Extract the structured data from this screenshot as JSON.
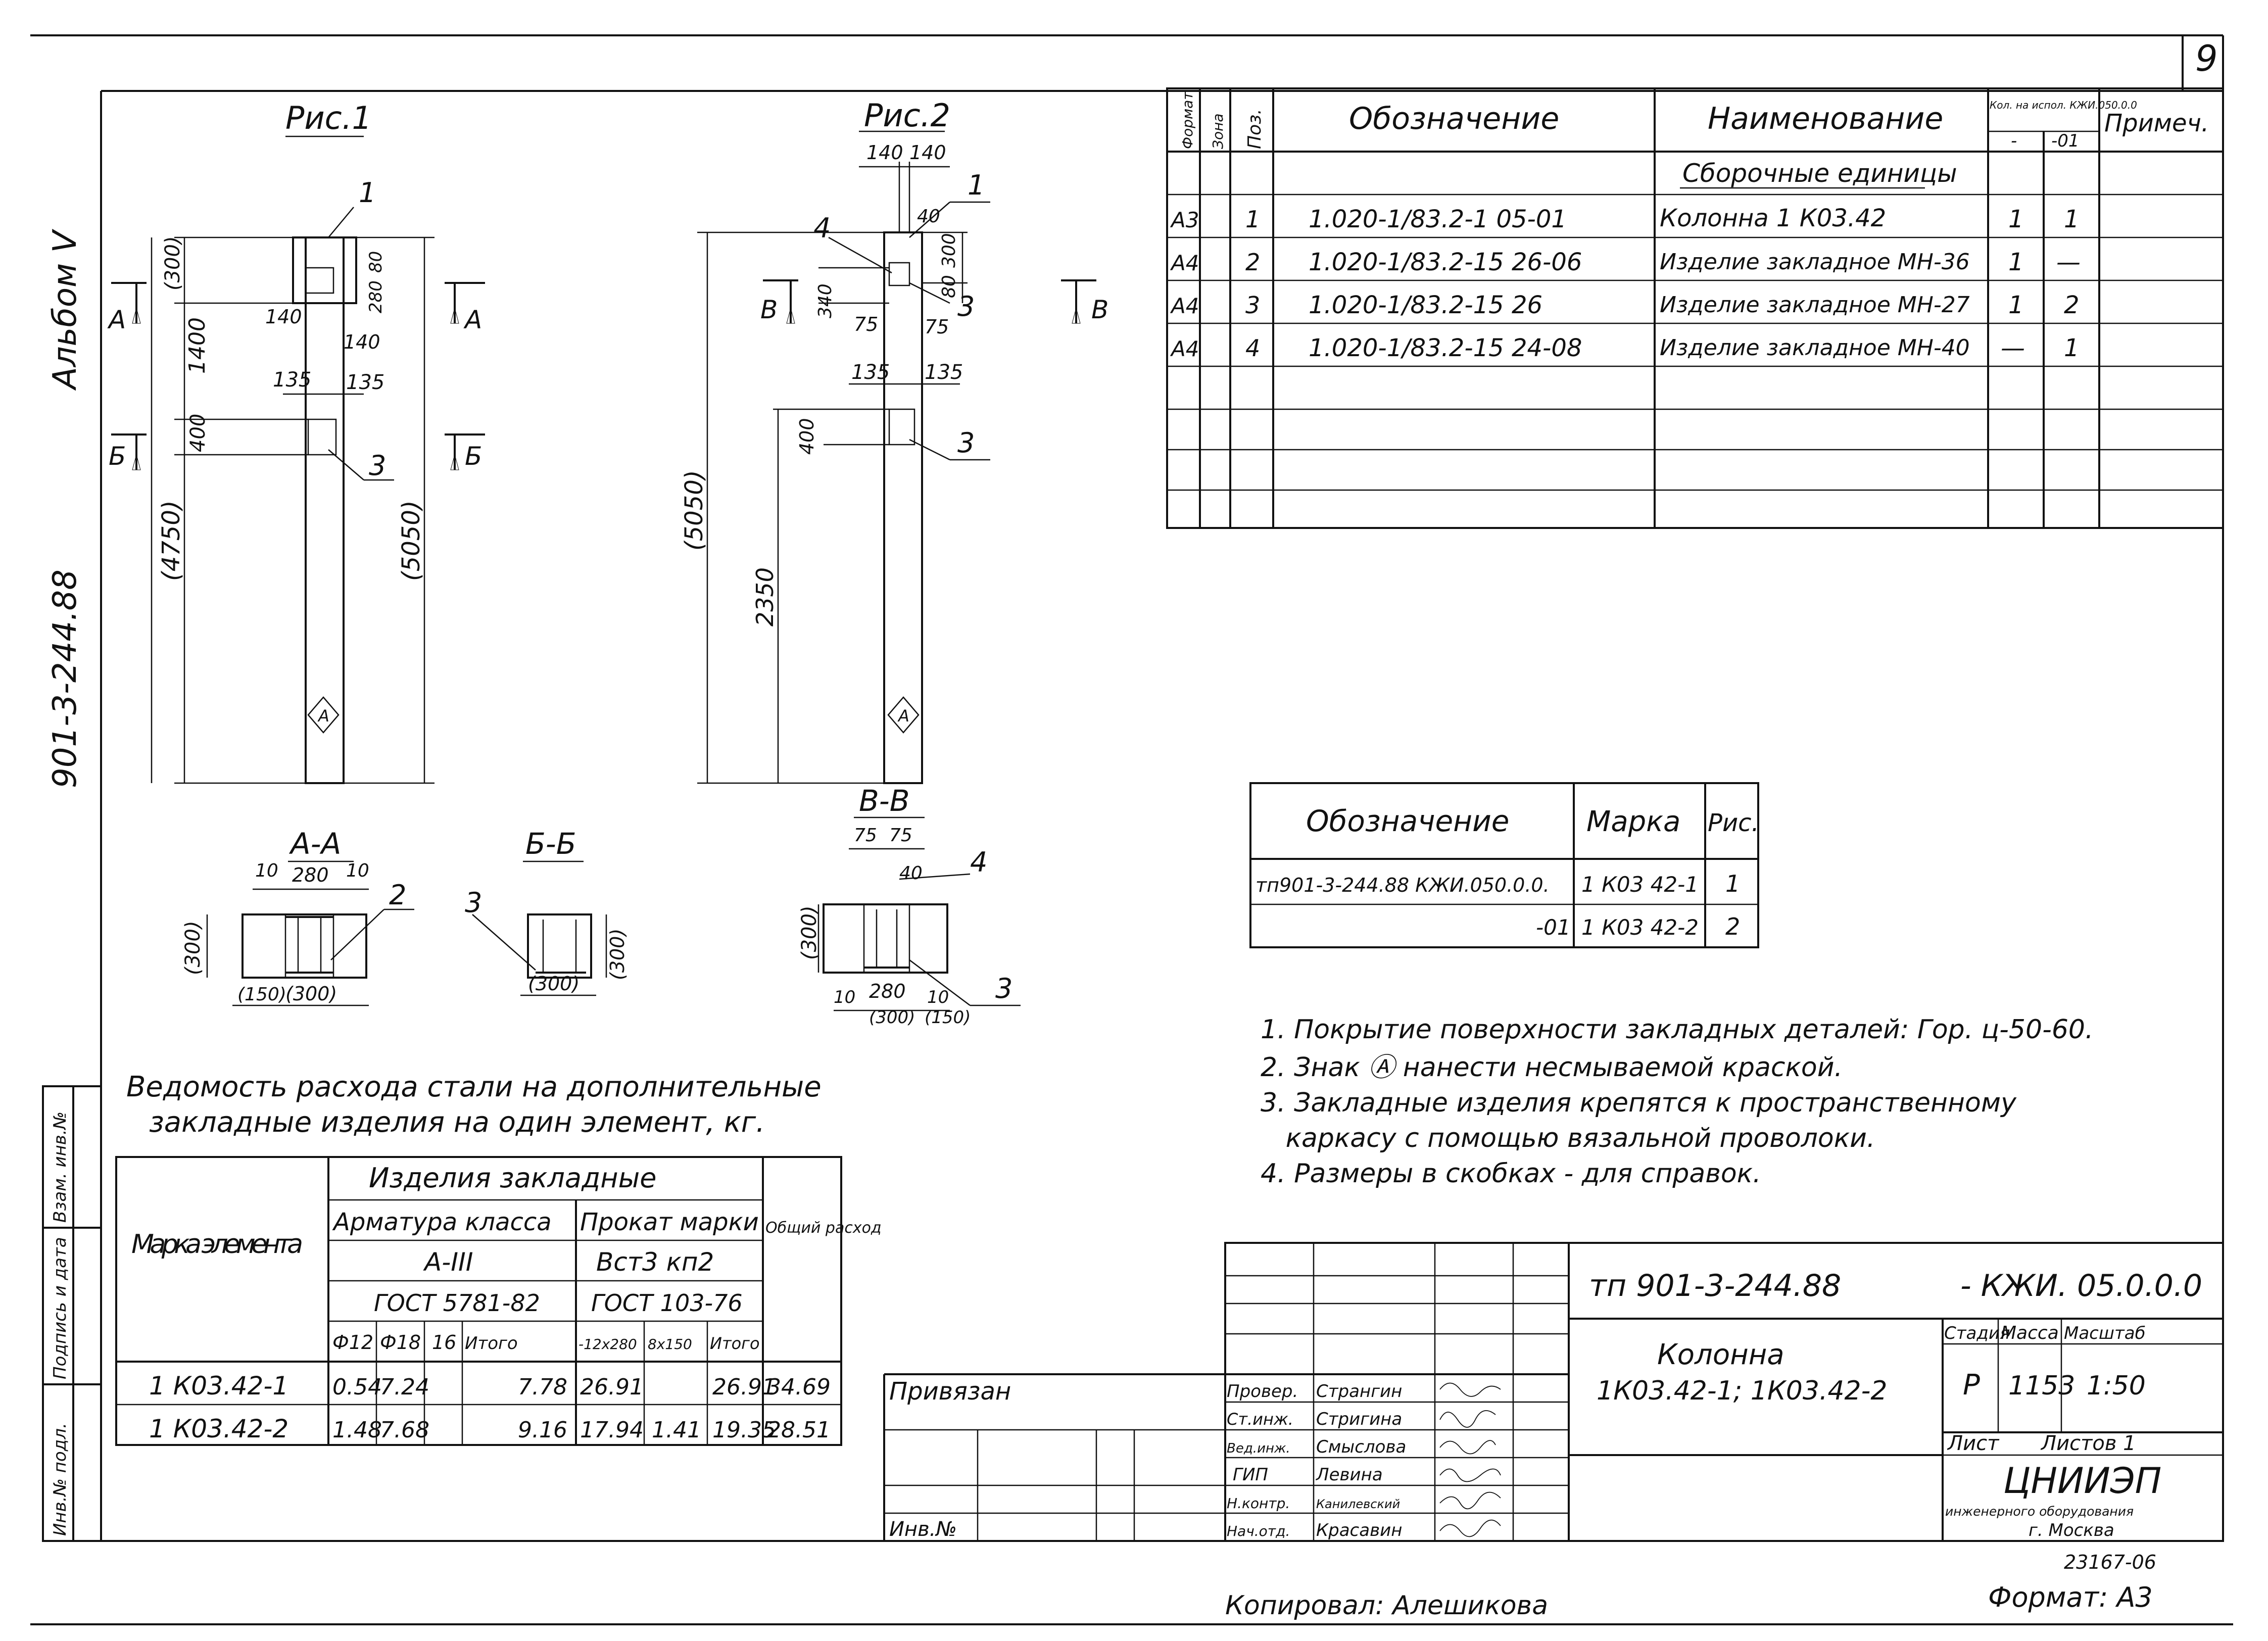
{
  "sheet": {
    "number": "9",
    "album": "Альбом V",
    "project_side": "901-3-244.88",
    "fig1_title": "Рис.1",
    "fig2_title": "Рис.2"
  },
  "fig1": {
    "pos1": "1",
    "pos3": "3",
    "d_300": "(300)",
    "d_1400": "1400",
    "d_400": "400",
    "d_4750": "(4750)",
    "d_5050": "(5050)",
    "d_140a": "140",
    "d_140b": "140",
    "d_135a": "135",
    "d_135b": "135",
    "d_280": "280",
    "d_80": "80",
    "cut_a": "А",
    "cut_b": "Б",
    "mark": "А"
  },
  "fig2": {
    "pos1": "1",
    "pos3": "3",
    "pos4": "4",
    "d_140a": "140",
    "d_140b": "140",
    "d_40": "40",
    "d_300": "300",
    "d_80": "80",
    "d_340": "340",
    "d_75a": "75",
    "d_75b": "75",
    "d_135a": "135",
    "d_135b": "135",
    "d_400": "400",
    "d_2350": "2350",
    "d_5050": "(5050)",
    "cut_v": "В",
    "mark": "А"
  },
  "sections": {
    "aa": {
      "title": "А-А",
      "d_10a": "10",
      "d_280": "280",
      "d_10b": "10",
      "d_300": "(300)",
      "d_150": "(150)",
      "d_300b": "(300)",
      "pos": "2"
    },
    "bb": {
      "title": "Б-Б",
      "d_300": "(300)",
      "d_300b": "(300)",
      "pos": "3"
    },
    "vv": {
      "title": "В-В",
      "d_75a": "75",
      "d_75b": "75",
      "d_40": "40",
      "d_300": "(300)",
      "d_10a": "10",
      "d_280": "280",
      "d_10b": "10",
      "d_300b": "(300)",
      "d_150": "(150)",
      "pos4": "4",
      "pos3": "3"
    }
  },
  "spec_table": {
    "headers": {
      "format": "Формат",
      "zone": "Зона",
      "pos": "Поз.",
      "designation": "Обозначение",
      "name": "Наименование",
      "qty": "Кол. на испол. КЖИ.050.0.0",
      "qty_a": "-",
      "qty_b": "-01",
      "note": "Примеч."
    },
    "section_title": "Сборочные единицы",
    "rows": [
      {
        "format": "А3",
        "pos": "1",
        "designation": "1.020-1/83.2-1   05-01",
        "name": "Колонна 1 К03.42",
        "qa": "1",
        "qb": "1"
      },
      {
        "format": "А4",
        "pos": "2",
        "designation": "1.020-1/83.2-15   26-06",
        "name": "Изделие закладное МН-36",
        "qa": "1",
        "qb": "—"
      },
      {
        "format": "А4",
        "pos": "3",
        "designation": "1.020-1/83.2-15   26",
        "name": "Изделие закладное МН-27",
        "qa": "1",
        "qb": "2"
      },
      {
        "format": "А4",
        "pos": "4",
        "designation": "1.020-1/83.2-15   24-08",
        "name": "Изделие закладное МН-40",
        "qa": "—",
        "qb": "1"
      }
    ]
  },
  "marks_table": {
    "h_designation": "Обозначение",
    "h_mark": "Марка",
    "h_fig": "Рис.",
    "rows": [
      {
        "designation": "тп901-3-244.88   КЖИ.050.0.0.",
        "mark": "1 К03 42-1",
        "fig": "1"
      },
      {
        "designation": "-01",
        "mark": "1 К03 42-2",
        "fig": "2"
      }
    ]
  },
  "notes": [
    "1. Покрытие поверхности закладных деталей: Гор. ц-50-60.",
    "2. Знак Ⓐ нанести несмываемой краской.",
    "3. Закладные изделия крепятся к пространственному",
    "   каркасу с помощью вязальной проволоки.",
    "4. Размеры в скобках - для справок."
  ],
  "steel": {
    "title1": "Ведомость расхода стали на дополнительные",
    "title2": "закладные изделия на один элемент, кг.",
    "h_mark": "Марка элемента",
    "h_items": "Изделия закладные",
    "h_rebar": "Арматура класса",
    "h_rebar_class": "А-III",
    "h_rebar_gost": "ГОСТ 5781-82",
    "h_rolled": "Прокат марки",
    "h_rolled_grade": "Вст3 кп2",
    "h_rolled_gost": "ГОСТ 103-76",
    "h_total": "Общий расход",
    "cols": [
      "Ф12",
      "Ф18",
      "16",
      "Итого",
      "-12х280",
      "8х150",
      "Итого"
    ],
    "rows": [
      {
        "mark": "1 К03.42-1",
        "v": [
          "0.54",
          "7.24",
          "",
          "7.78",
          "26.91",
          "",
          "26.91"
        ],
        "total": "34.69"
      },
      {
        "mark": "1 К03.42-2",
        "v": [
          "1.48",
          "7.68",
          "",
          "9.16",
          "17.94",
          "1.41",
          "19.35"
        ],
        "total": "28.51"
      }
    ]
  },
  "side_stamp": [
    "Инв.№ подл.",
    "Подпись и дата",
    "Взам. инв.№"
  ],
  "title_block": {
    "code": "тп 901-3-244.88",
    "code2": "- КЖИ. 05.0.0.0",
    "name1": "Колонна",
    "name2": "1К03.42-1; 1К03.42-2",
    "stage_h": "Стадия",
    "mass_h": "Масса",
    "scale_h": "Масштаб",
    "stage": "Р",
    "mass": "1153",
    "scale": "1:50",
    "sheet_h": "Лист",
    "sheets_h": "Листов 1",
    "org1": "ЦНИИЭП",
    "org2": "инженерного оборудования",
    "org3": "г. Москва",
    "bound": "Привязан",
    "inv": "Инв.№",
    "roles": [
      {
        "role": "Провер.",
        "name": "Странгин"
      },
      {
        "role": "Ст.инж.",
        "name": "Стригина"
      },
      {
        "role": "Вед.инж.",
        "name": "Смыслова"
      },
      {
        "role": "ГИП",
        "name": "Левина"
      },
      {
        "role": "Н.контр.",
        "name": "Канилевский"
      },
      {
        "role": "Нач.отд.",
        "name": "Красавин"
      }
    ]
  },
  "footer": {
    "copied": "Копировал: Алешикова",
    "format": "Формат: А3",
    "number": "23167-06"
  }
}
